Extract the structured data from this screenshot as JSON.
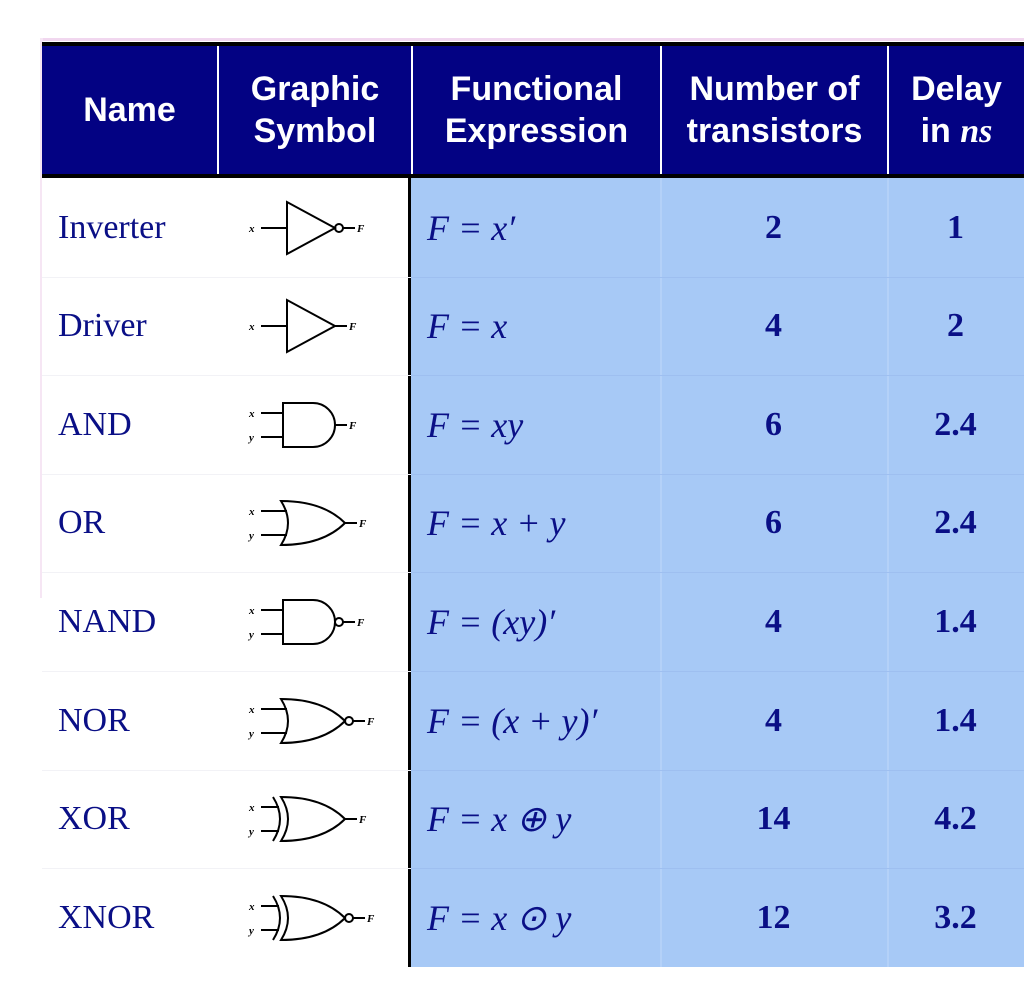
{
  "headers": {
    "name": "Name",
    "symbol_1": "Graphic",
    "symbol_2": "Symbol",
    "expr_1": "Functional",
    "expr_2": "Expression",
    "num_1": "Number of",
    "num_2": "transistors",
    "delay_1": "Delay",
    "delay_2a": "in ",
    "delay_2b": "ns"
  },
  "gate_pin_labels": {
    "in1": "x",
    "in2": "y",
    "out": "F"
  },
  "rows": [
    {
      "name": "Inverter",
      "gate": "inverter-symbol",
      "expression": "F = x′",
      "transistors": "2",
      "delay": "1"
    },
    {
      "name": "Driver",
      "gate": "buffer-symbol",
      "expression": "F = x",
      "transistors": "4",
      "delay": "2"
    },
    {
      "name": "AND",
      "gate": "and-gate-symbol",
      "expression": "F = xy",
      "transistors": "6",
      "delay": "2.4"
    },
    {
      "name": "OR",
      "gate": "or-gate-symbol",
      "expression": "F = x + y",
      "transistors": "6",
      "delay": "2.4"
    },
    {
      "name": "NAND",
      "gate": "nand-gate-symbol",
      "expression": "F = (xy)′",
      "transistors": "4",
      "delay": "1.4"
    },
    {
      "name": "NOR",
      "gate": "nor-gate-symbol",
      "expression": "F = (x + y)′",
      "transistors": "4",
      "delay": "1.4"
    },
    {
      "name": "XOR",
      "gate": "xor-gate-symbol",
      "expression": "F = x ⊕ y",
      "transistors": "14",
      "delay": "4.2"
    },
    {
      "name": "XNOR",
      "gate": "xnor-gate-symbol",
      "expression": "F = x ⊙ y",
      "transistors": "12",
      "delay": "3.2"
    }
  ],
  "colors": {
    "header_bg": "#030283",
    "cell_text": "#0a0f86",
    "shaded_bg": "#a7c9f6"
  }
}
